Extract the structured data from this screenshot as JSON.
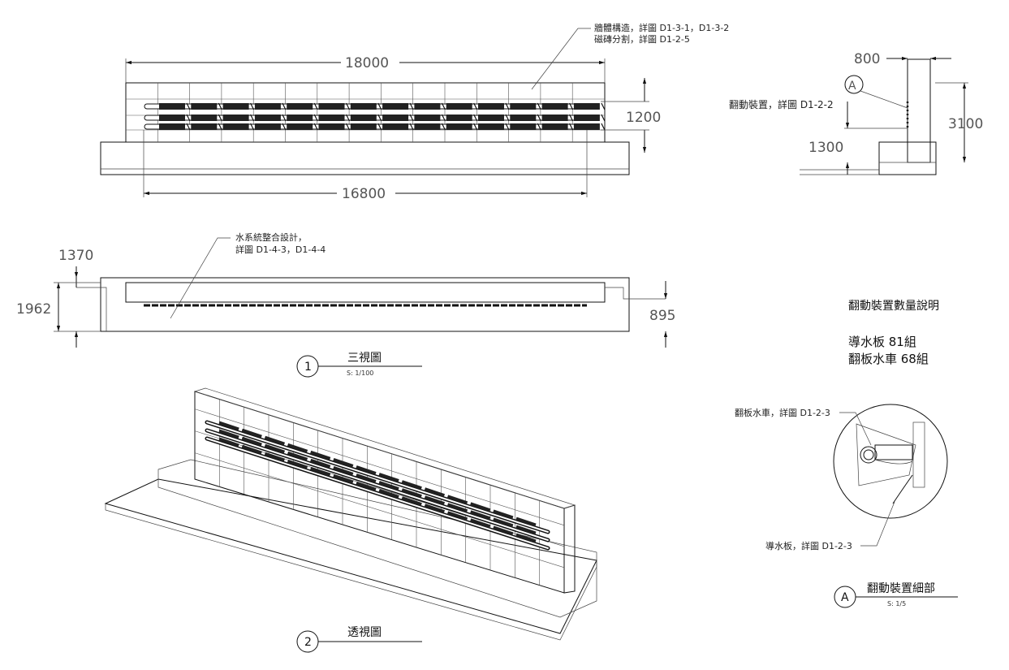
{
  "front": {
    "note1": "牆體構造，詳圖 D1-3-1，D1-3-2",
    "note2": "磁磚分割，詳圖 D1-2-5",
    "dim_width": "18000",
    "dim_height": "1200",
    "dim_inner": "16800"
  },
  "side": {
    "dim_top": "800",
    "dim_height": "3100",
    "dim_lower": "1300",
    "bubble": "A",
    "note": "翻動裝置，詳圖 D1-2-2"
  },
  "plan": {
    "note_line1": "水系統整合設計，",
    "note_line2": "詳圖 D1-4-3，D1-4-4",
    "dim_top": "1370",
    "dim_left": "1962",
    "dim_right": "895"
  },
  "view1": {
    "number": "1",
    "title": "三視圖",
    "scale": "S: 1/100"
  },
  "view2": {
    "number": "2",
    "title": "透視圖"
  },
  "quantity": {
    "heading": "翻動裝置數量說明",
    "row1": "導水板  81組",
    "row2": "翻板水車  68組"
  },
  "detail": {
    "note_top": "翻板水車，詳圖 D1-2-3",
    "note_bottom": "導水板，詳圖 D1-2-3",
    "bubble": "A",
    "title": "翻動裝置細部",
    "scale": "S: 1/5"
  }
}
